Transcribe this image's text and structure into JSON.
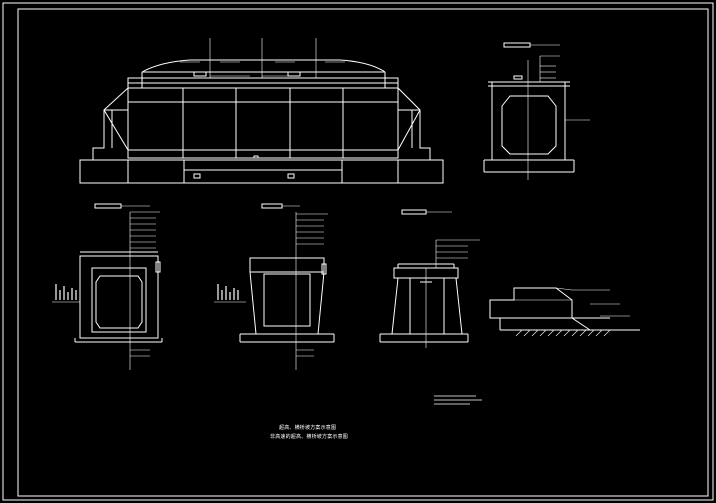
{
  "drawing": {
    "caption_line_1": "超高、横桥坡方案示意图",
    "caption_line_2": "非高速的超高、横桥坡方案示意图",
    "colors": {
      "background": "#000000",
      "line": "#ffffff",
      "leader": "#ffffff"
    },
    "views": [
      "elevation-view",
      "section-top-right",
      "section-1",
      "section-2",
      "section-3",
      "detail-4"
    ]
  }
}
